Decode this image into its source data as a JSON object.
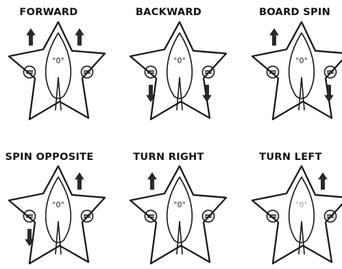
{
  "panels": [
    {
      "id": "forward",
      "label": "FORWARD",
      "left": "up",
      "right": "up",
      "faded": false
    },
    {
      "id": "backward",
      "label": "BACKWARD",
      "left": "down",
      "right": "down",
      "faded": false
    },
    {
      "id": "board-spin",
      "label": "BOARD SPIN",
      "left": "up",
      "right": "down",
      "faded": false
    },
    {
      "id": "spin-opposite",
      "label": "SPIN OPPOSITE",
      "left": "down",
      "right": "up",
      "faded": false
    },
    {
      "id": "turn-right",
      "label": "TURN RIGHT",
      "left": "up",
      "right": "none",
      "faded": false
    },
    {
      "id": "turn-left",
      "label": "TURN LEFT",
      "left": "none",
      "right": "up",
      "faded": true
    }
  ],
  "face_text": "°0°",
  "icons": {
    "body": "star-board-icon",
    "motor": "motor-wheel-icon",
    "arrow_up": "arrow-up-icon",
    "arrow_down": "arrow-down-icon"
  }
}
